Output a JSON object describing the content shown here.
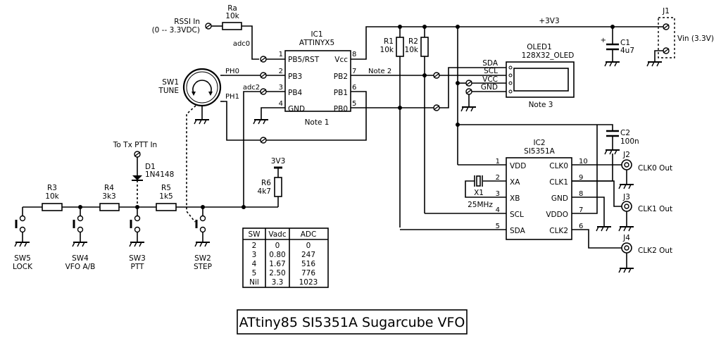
{
  "title": "ATtiny85 SI5351A Sugarcube VFO",
  "ic1": {
    "ref": "IC1",
    "part": "ATTINYX5",
    "note": "Note 1",
    "pins_left": [
      {
        "num": "1",
        "name": "PB5/RST"
      },
      {
        "num": "2",
        "name": "PB3"
      },
      {
        "num": "3",
        "name": "PB4"
      },
      {
        "num": "4",
        "name": "GND"
      }
    ],
    "pins_right": [
      {
        "num": "8",
        "name": "Vcc"
      },
      {
        "num": "7",
        "name": "PB2"
      },
      {
        "num": "6",
        "name": "PB1"
      },
      {
        "num": "5",
        "name": "PB0"
      }
    ]
  },
  "ic2": {
    "ref": "IC2",
    "part": "SI5351A",
    "pins_left": [
      {
        "num": "1",
        "name": "VDD"
      },
      {
        "num": "2",
        "name": "XA"
      },
      {
        "num": "3",
        "name": "XB"
      },
      {
        "num": "4",
        "name": "SCL"
      },
      {
        "num": "5",
        "name": "SDA"
      }
    ],
    "pins_right": [
      {
        "num": "10",
        "name": "CLK0"
      },
      {
        "num": "9",
        "name": "CLK1"
      },
      {
        "num": "8",
        "name": "GND"
      },
      {
        "num": "7",
        "name": "VDDO"
      },
      {
        "num": "6",
        "name": "CLK2"
      }
    ]
  },
  "oled": {
    "ref": "OLED1",
    "part": "128X32_OLED",
    "note": "Note 3",
    "pins": [
      "SDA",
      "SCL",
      "VCC",
      "GND"
    ]
  },
  "resistors": {
    "ra": {
      "ref": "Ra",
      "value": "10k"
    },
    "r1": {
      "ref": "R1",
      "value": "10k"
    },
    "r2": {
      "ref": "R2",
      "value": "10k"
    },
    "r3": {
      "ref": "R3",
      "value": "10k"
    },
    "r4": {
      "ref": "R4",
      "value": "3k3"
    },
    "r5": {
      "ref": "R5",
      "value": "1k5"
    },
    "r6": {
      "ref": "R6",
      "value": "4k7"
    }
  },
  "capacitors": {
    "c1": {
      "ref": "C1",
      "value": "4u7"
    },
    "c2": {
      "ref": "C2",
      "value": "100n"
    }
  },
  "diode": {
    "ref": "D1",
    "part": "1N4148"
  },
  "crystal": {
    "ref": "X1",
    "value": "25MHz"
  },
  "connectors": {
    "j1": {
      "ref": "J1",
      "label": "Vin (3.3V)"
    },
    "j2": {
      "ref": "J2",
      "label": "CLK0 Out"
    },
    "j3": {
      "ref": "J3",
      "label": "CLK1 Out"
    },
    "j4": {
      "ref": "J4",
      "label": "CLK2 Out"
    }
  },
  "switches": {
    "sw1": {
      "ref": "SW1",
      "name": "TUNE"
    },
    "sw2": {
      "ref": "SW2",
      "name": "STEP"
    },
    "sw3": {
      "ref": "SW3",
      "name": "PTT"
    },
    "sw4": {
      "ref": "SW4",
      "name": "VFO A/B"
    },
    "sw5": {
      "ref": "SW5",
      "name": "LOCK"
    }
  },
  "nets": {
    "rssi_line1": "RSSI In",
    "rssi_line2": "(0 -- 3.3VDC)",
    "adc0": "adc0",
    "adc2": "adc2",
    "ph0": "PH0",
    "ph1": "PH1",
    "note2": "Note 2",
    "supply": "+3V3",
    "r6_supply": "3V3",
    "ptt_in": "To Tx PTT In"
  },
  "adc_table": {
    "headers": [
      "SW",
      "Vadc",
      "ADC"
    ],
    "rows": [
      [
        "2",
        "0",
        "0"
      ],
      [
        "3",
        "0.80",
        "247"
      ],
      [
        "4",
        "1.67",
        "516"
      ],
      [
        "5",
        "2.50",
        "776"
      ],
      [
        "Nil",
        "3.3",
        "1023"
      ]
    ]
  }
}
